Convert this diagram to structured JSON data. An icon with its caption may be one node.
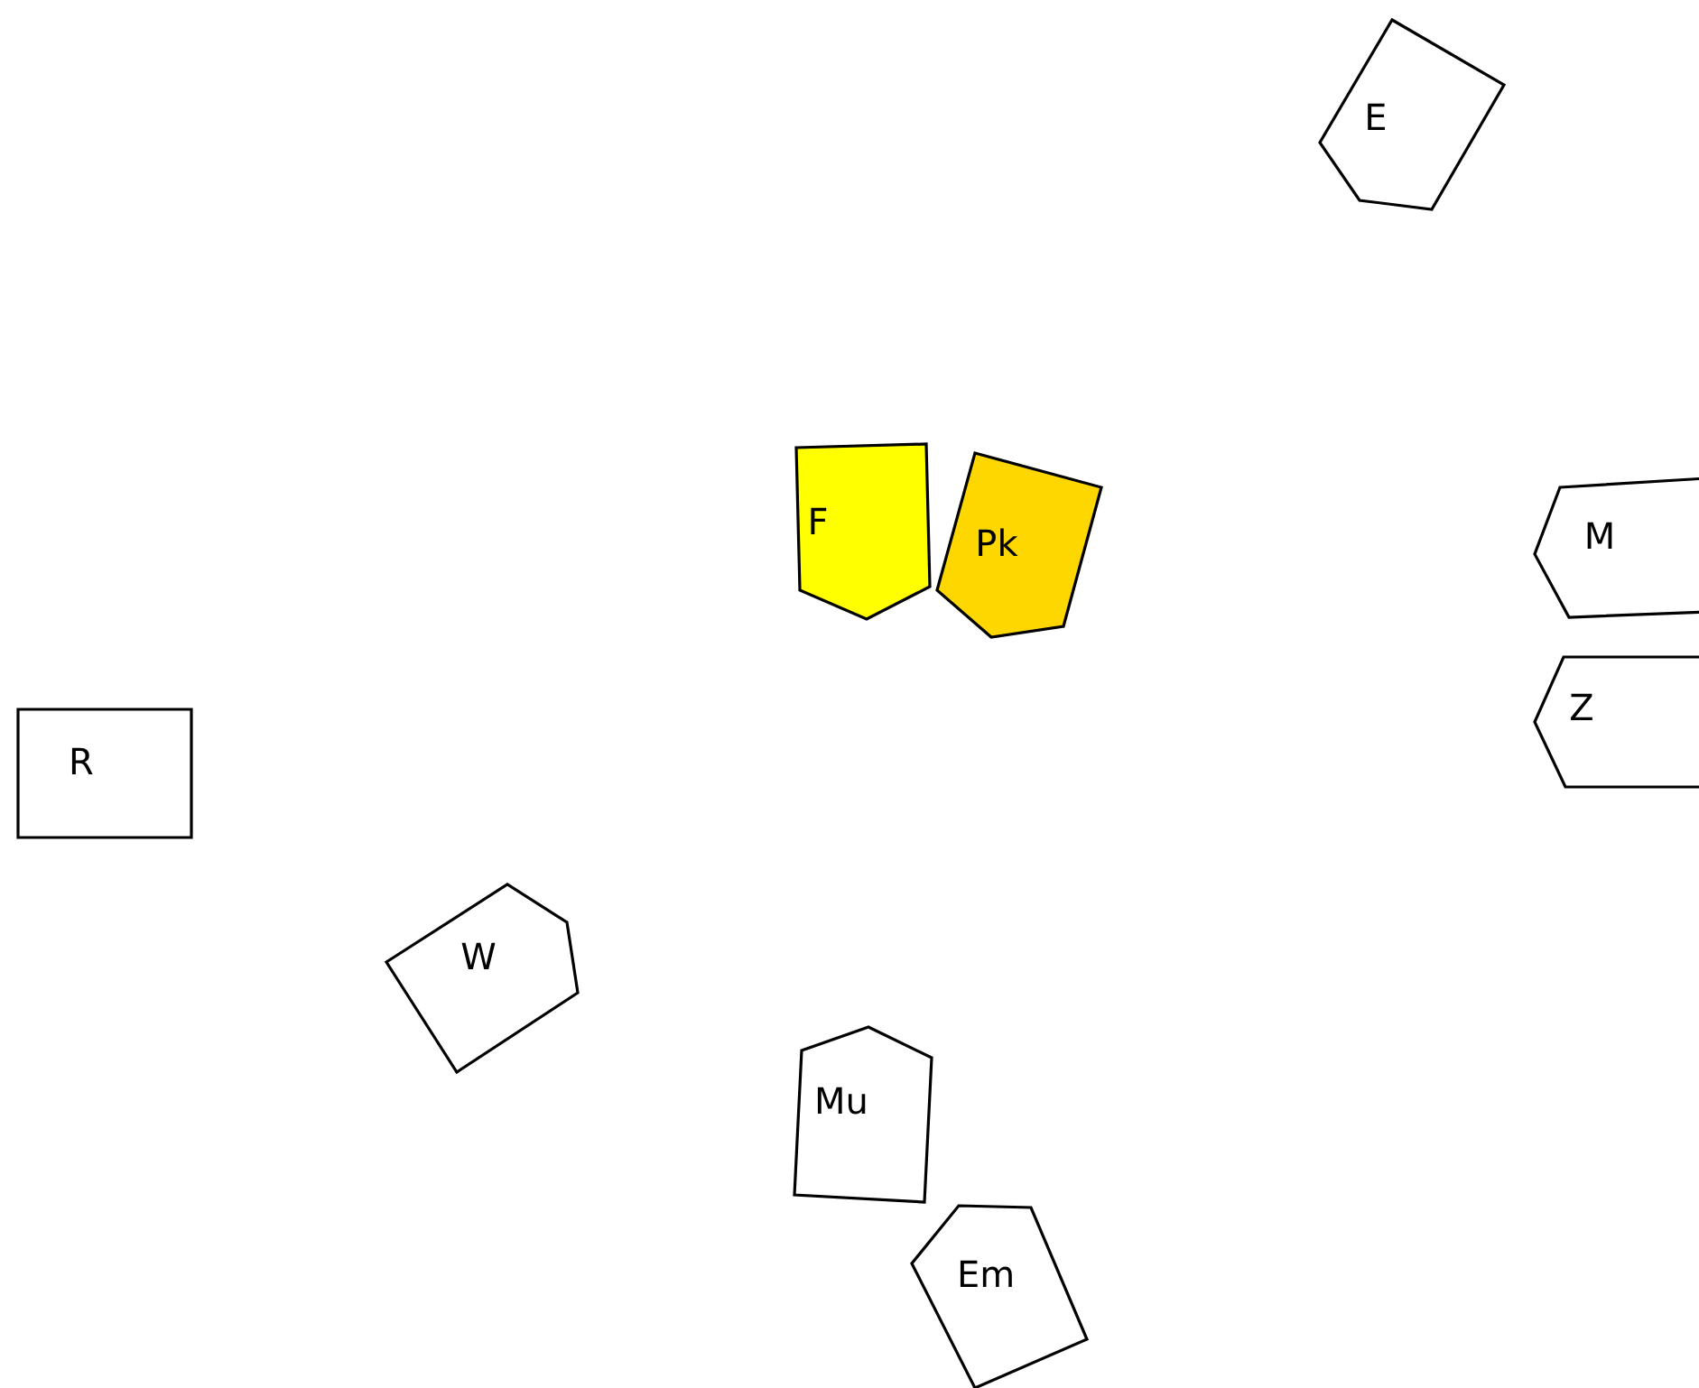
{
  "diagram": {
    "nodes": [
      {
        "text": [
          "E"
        ]
      },
      {
        "text": [
          "F"
        ]
      },
      {
        "text": [
          "Pk"
        ]
      },
      {
        "text": [
          "M"
        ]
      },
      {
        "text": [
          "Z"
        ]
      },
      {
        "text": [
          "R"
        ]
      },
      {
        "text": [
          "W"
        ]
      },
      {
        "text": [
          "Mu"
        ]
      },
      {
        "text": [
          "Em"
        ]
      }
    ],
    "edges": []
  }
}
